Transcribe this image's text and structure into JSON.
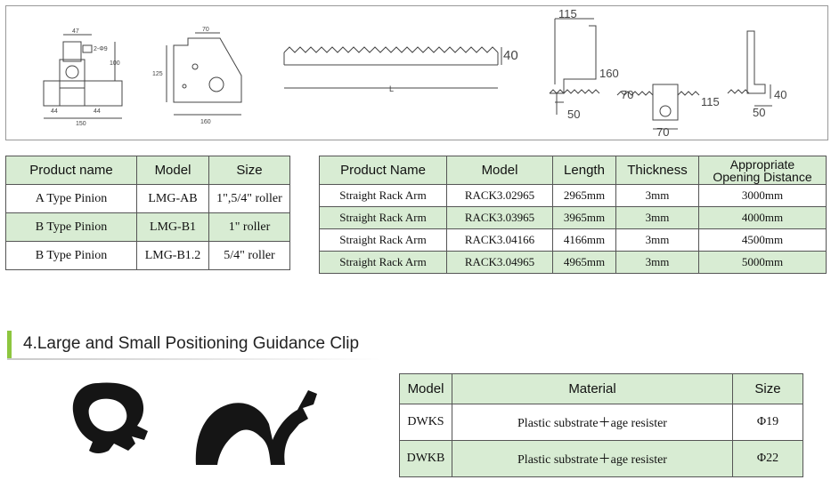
{
  "drawings": {
    "pinion_a_dims": [
      "47",
      "2-Φ9",
      "100",
      "44",
      "44",
      "150"
    ],
    "pinion_b_dims": [
      "70",
      "125",
      "160"
    ],
    "rack_dims": [
      "40",
      "L"
    ],
    "arm_dims": [
      "115",
      "160",
      "50",
      "70",
      "115",
      "70",
      "40",
      "50"
    ]
  },
  "pinion_table": {
    "headers": [
      "Product name",
      "Model",
      "Size"
    ],
    "rows": [
      [
        "A Type Pinion",
        "LMG-AB",
        "1\",5/4\" roller"
      ],
      [
        "B Type Pinion",
        "LMG-B1",
        "1\" roller"
      ],
      [
        "B Type Pinion",
        "LMG-B1.2",
        "5/4\" roller"
      ]
    ]
  },
  "rack_table": {
    "headers": [
      "Product Name",
      "Model",
      "Length",
      "Thickness",
      "Appropriate Opening Distance"
    ],
    "header_last_lines": [
      "Appropriate",
      "Opening Distance"
    ],
    "rows": [
      [
        "Straight Rack Arm",
        "RACK3.02965",
        "2965mm",
        "3mm",
        "3000mm"
      ],
      [
        "Straight Rack Arm",
        "RACK3.03965",
        "3965mm",
        "3mm",
        "4000mm"
      ],
      [
        "Straight Rack Arm",
        "RACK3.04166",
        "4166mm",
        "3mm",
        "4500mm"
      ],
      [
        "Straight Rack Arm",
        "RACK3.04965",
        "4965mm",
        "3mm",
        "5000mm"
      ]
    ]
  },
  "section": {
    "title": "4.Large and Small Positioning Guidance Clip"
  },
  "clip_table": {
    "headers": [
      "Model",
      "Material",
      "Size"
    ],
    "rows": [
      [
        "DWKS",
        "Plastic substrate＋age resister",
        "Φ19"
      ],
      [
        "DWKB",
        "Plastic substrate＋age resister",
        "Φ22"
      ]
    ]
  },
  "colors": {
    "header_bg": "#d8ecd3",
    "accent_bar": "#8dc63f",
    "clip_black": "#151515"
  }
}
